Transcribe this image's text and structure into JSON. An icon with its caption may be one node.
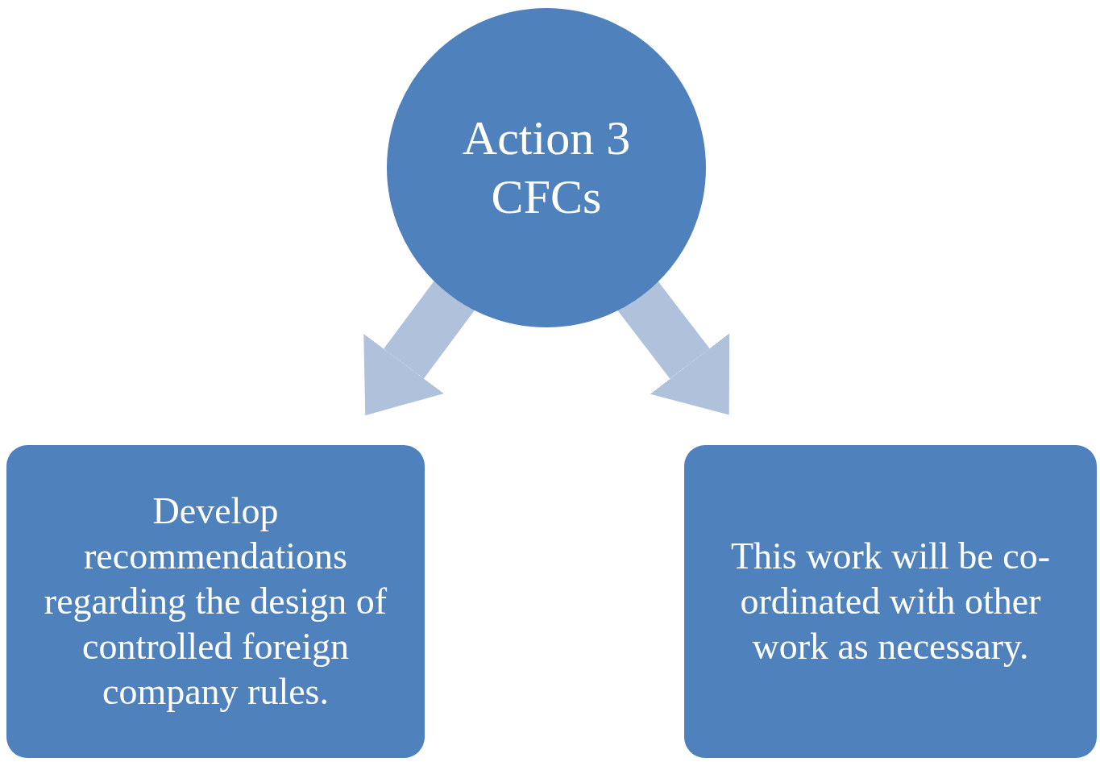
{
  "diagram": {
    "nodes": [
      {
        "text": [
          "Action 3 CFCs"
        ]
      },
      {
        "text": [
          "Develop recommendations regarding the design of controlled foreign company rules."
        ]
      },
      {
        "text": [
          "This work will be co-ordinated with other work as necessary."
        ]
      }
    ],
    "edges": [
      {
        "from": 0,
        "to": 1,
        "arrow": "to"
      },
      {
        "from": 0,
        "to": 2,
        "arrow": "to"
      }
    ]
  }
}
